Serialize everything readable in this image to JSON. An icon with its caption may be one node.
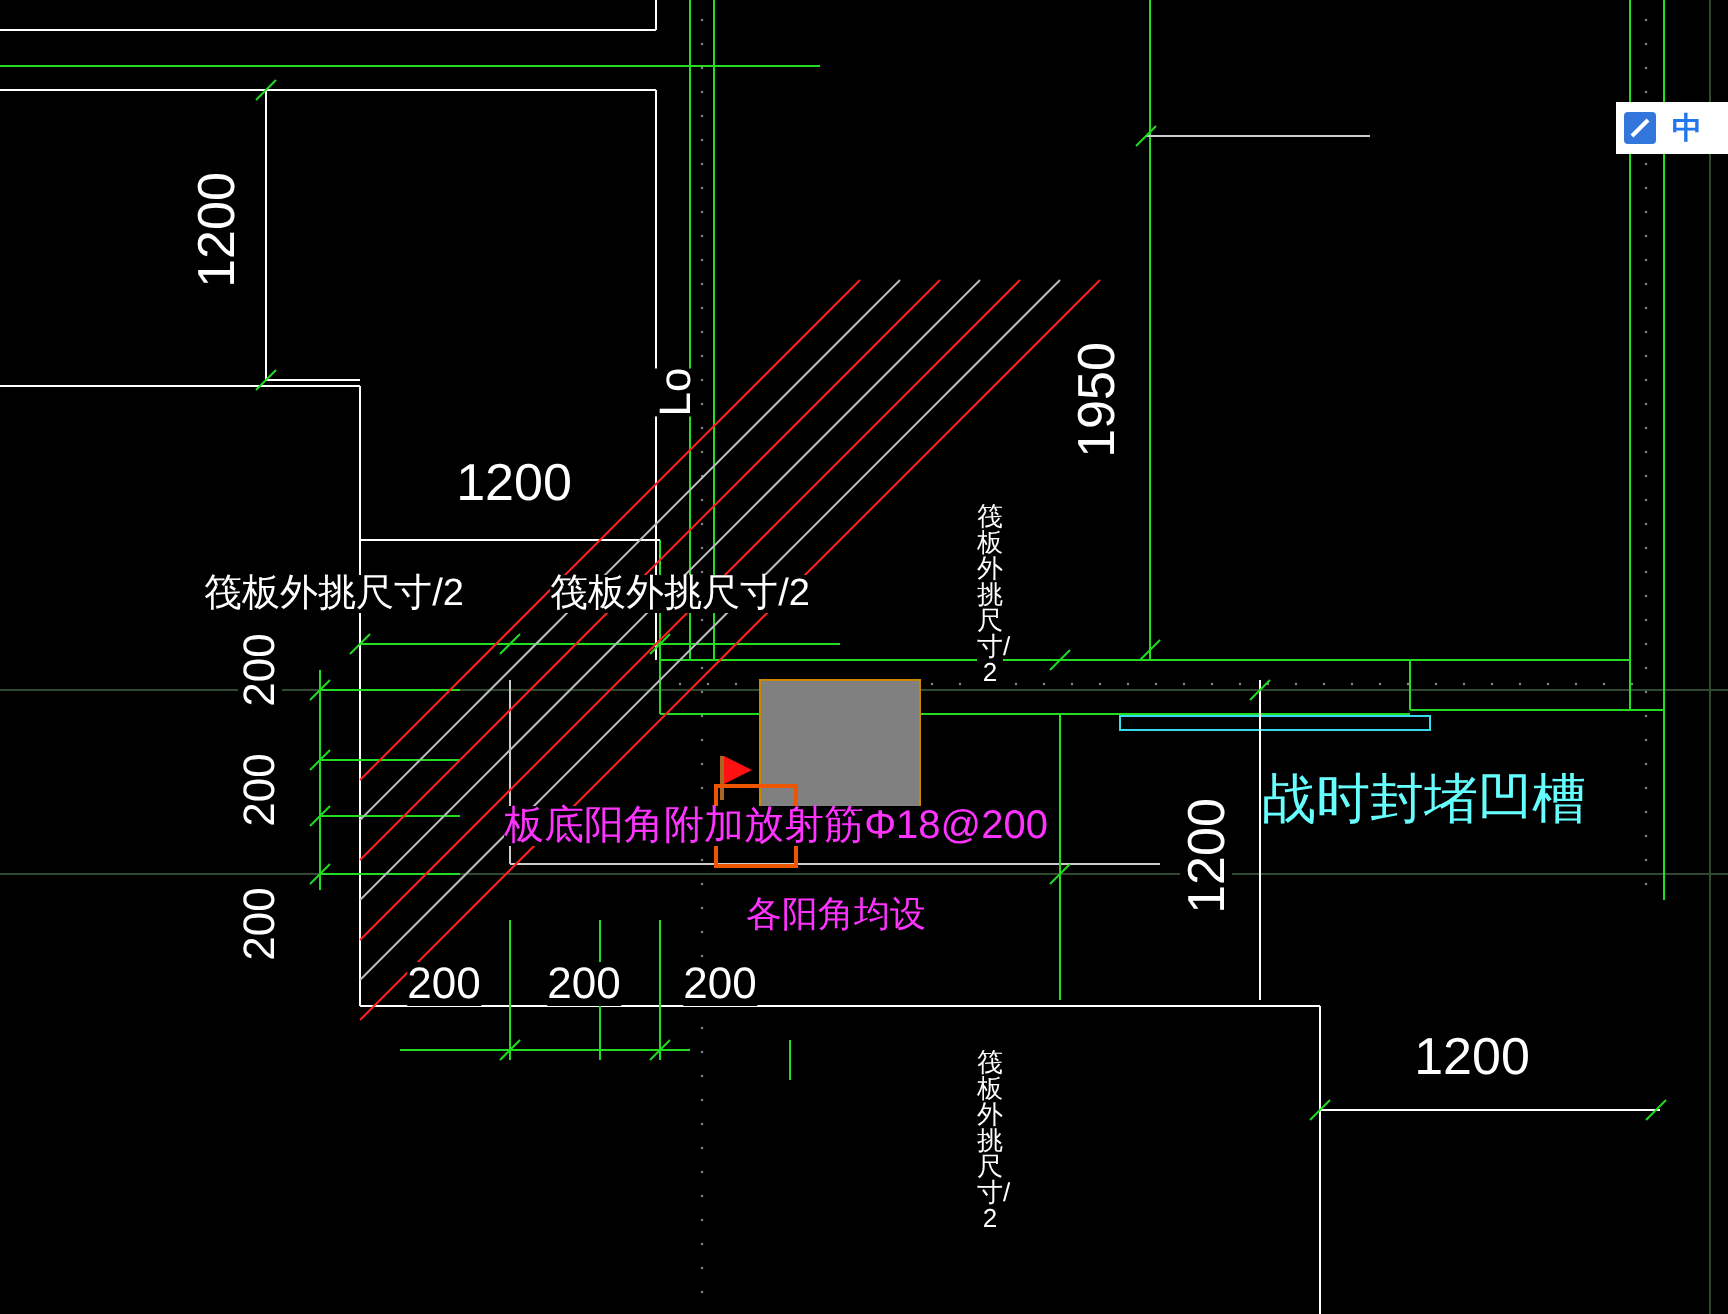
{
  "diagram": {
    "labels": [
      "1200",
      "1200",
      "Lo",
      "1950",
      "筏板外挑尺寸/2",
      "筏板外挑尺寸/2",
      "筏板外挑尺寸/2",
      "200",
      "200",
      "战时封堵凹槽",
      "板底阳角附加放射筋Φ18@200",
      "各阳角均设",
      "1200",
      "200",
      "200",
      "200",
      "200",
      "1200",
      "筏板外挑尺寸/2",
      "中"
    ]
  }
}
